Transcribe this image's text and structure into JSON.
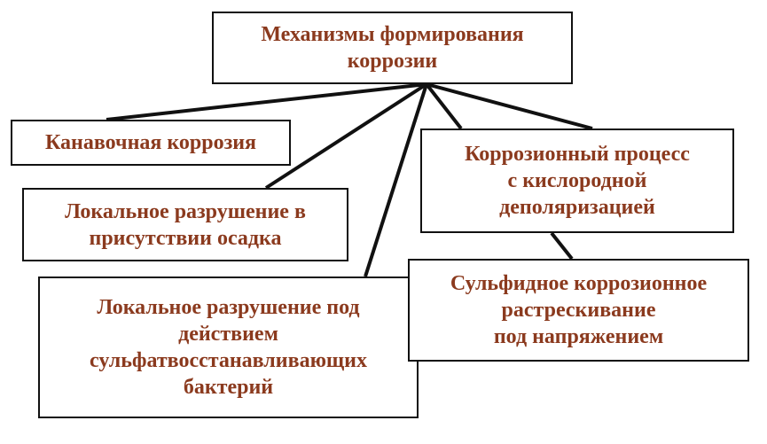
{
  "diagram": {
    "text_color": "#8B3A1E",
    "line_color": "#111111",
    "nodes": {
      "root": "Механизмы формирования\nкоррозии",
      "groove": "Канавочная коррозия",
      "local_sediment": "Локальное разрушение в\nприсутствии осадка",
      "local_bacteria": "Локальное разрушение под\nдействием\nсульфатвосстанавливающих\nбактерий",
      "oxygen_process": "Коррозионный процесс\nс кислородной\nдеполяризацией",
      "sulfide_cracking": "Сульфидное коррозионное\nрастрескивание\nпод напряжением"
    },
    "edges": [
      [
        "root",
        "groove"
      ],
      [
        "root",
        "local_sediment"
      ],
      [
        "root",
        "local_bacteria"
      ],
      [
        "root",
        "oxygen_process"
      ],
      [
        "oxygen_process",
        "sulfide_cracking"
      ]
    ]
  }
}
